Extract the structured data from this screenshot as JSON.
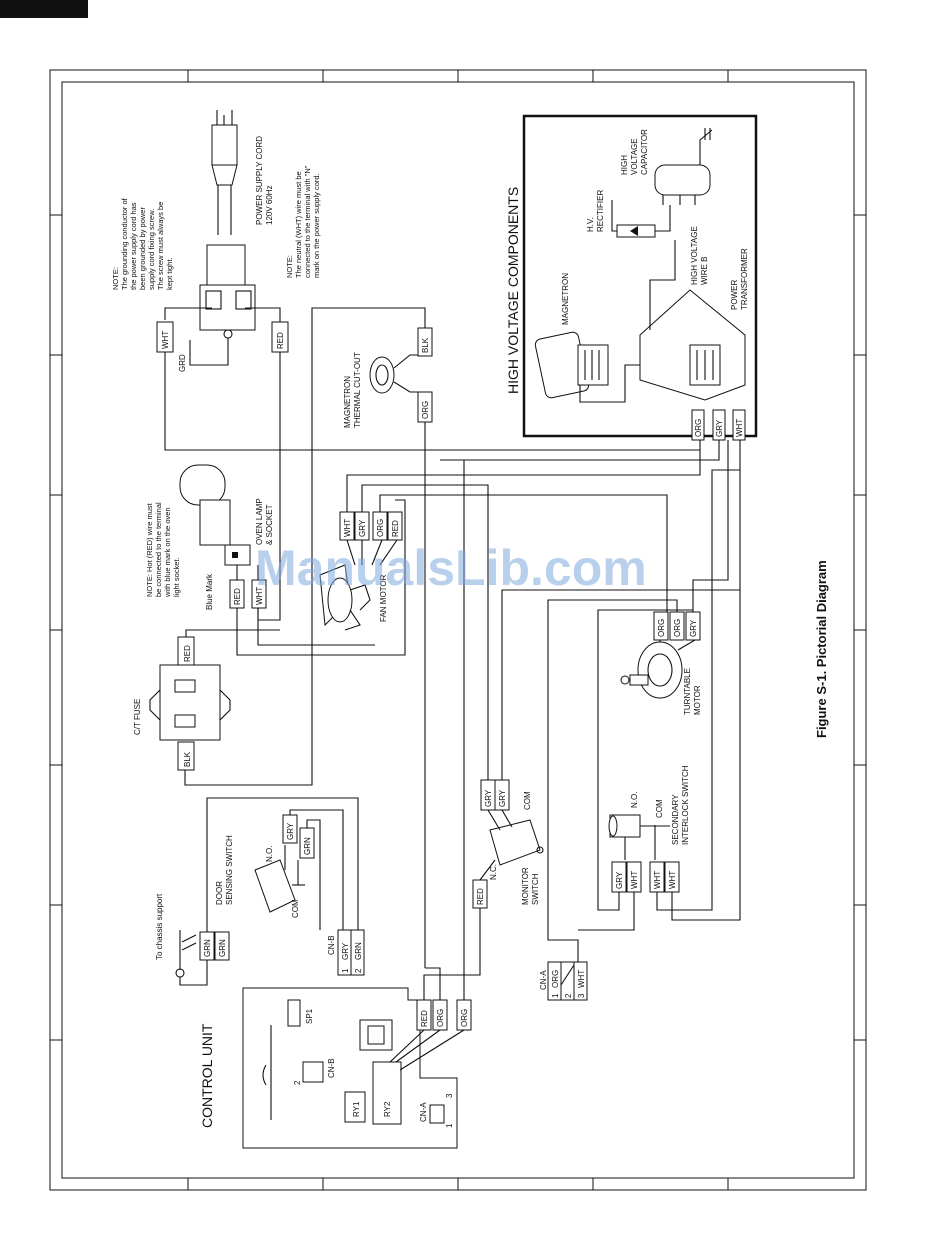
{
  "figure_caption": "Figure S-1. Pictorial Diagram",
  "watermark": "ManualsLib.com",
  "sections": {
    "high_voltage_title": "HIGH VOLTAGE COMPONENTS",
    "control_unit_title": "CONTROL UNIT"
  },
  "components": {
    "power_cord": "POWER SUPPLY CORD",
    "power_cord_rating": "120V 60Hz",
    "magnetron": "MAGNETRON",
    "hv_rectifier_1": "H.V.",
    "hv_rectifier_2": "RECTIFIER",
    "hv_capacitor_1": "HIGH",
    "hv_capacitor_2": "VOLTAGE",
    "hv_capacitor_3": "CAPACITOR",
    "hv_wire_1": "HIGH VOLTAGE",
    "hv_wire_2": "WIRE B",
    "power_transformer_1": "POWER",
    "power_transformer_2": "TRANSFORMER",
    "thermal_cutout_1": "MAGNETRON",
    "thermal_cutout_2": "THERMAL CUT-OUT",
    "oven_lamp_1": "OVEN LAMP",
    "oven_lamp_2": "& SOCKET",
    "blue_mark": "Blue Mark",
    "fan_motor": "FAN MOTOR",
    "ct_fuse": "C/T FUSE",
    "turntable_motor_1": "TURNTABLE",
    "turntable_motor_2": "MOTOR",
    "monitor_switch_1": "MONITOR",
    "monitor_switch_2": "SWITCH",
    "secondary_switch_1": "SECONDARY",
    "secondary_switch_2": "INTERLOCK SWITCH",
    "door_switch_1": "DOOR",
    "door_switch_2": "SENSING SWITCH",
    "chassis_support": "To chassis support",
    "grd": "GRD",
    "no": "N.O.",
    "nc": "N.C.",
    "com": "COM"
  },
  "notes": {
    "ground_lines": [
      "NOTE:",
      "The grounding conductor of",
      "the power supply cord has",
      "been grounded by power",
      "supply cord fixing screw.",
      "The screw must always be",
      "kept tight."
    ],
    "neutral_lines": [
      "NOTE:",
      "The neutral (WHT) wire must be",
      "connected to the terminal with \"N\"",
      "mark on the power supply cord."
    ],
    "hot_lines": [
      "NOTE: Hot (RED) wire must",
      "be connected to the terminal",
      "with blue mark on the oven",
      "light socket."
    ]
  },
  "connectors": {
    "cn_a": "CN-A",
    "cn_b": "CN-B",
    "cn_a_pins": [
      "ORG",
      "",
      "WHT"
    ],
    "cn_b_pins": [
      "GRY",
      "GRN"
    ],
    "pin_numbers": [
      "1",
      "2",
      "3"
    ],
    "control_parts": [
      "SP1",
      "RY1",
      "RY2"
    ]
  },
  "wire_colors": {
    "wht": "WHT",
    "red": "RED",
    "blk": "BLK",
    "org": "ORG",
    "gry": "GRY",
    "grn": "GRN"
  }
}
